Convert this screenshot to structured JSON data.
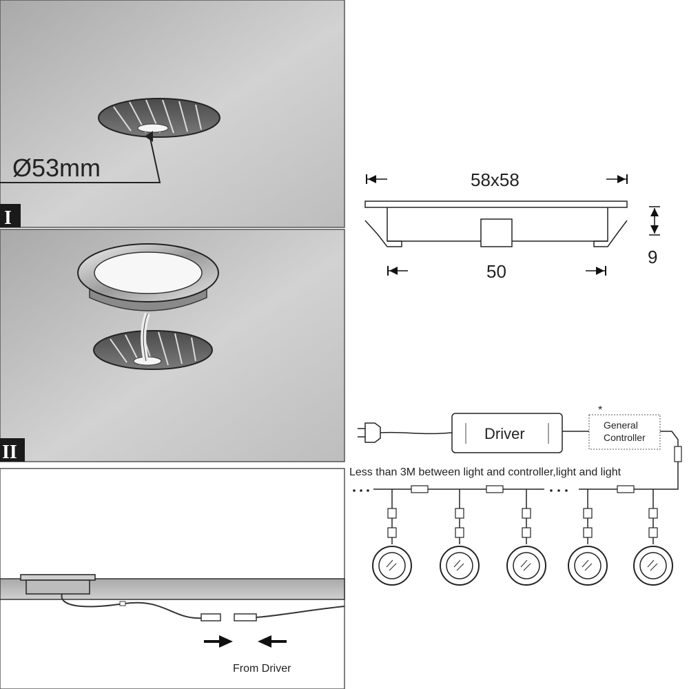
{
  "colors": {
    "panel_gray": "#c4c4c4",
    "line": "#333333",
    "text": "#222222",
    "step_badge_bg": "#1a1a1a",
    "step_badge_text": "#ffffff"
  },
  "step1": {
    "badge": "I",
    "hole_label": "Ø53mm"
  },
  "step2": {
    "badge": "II"
  },
  "step3": {
    "caption": "From Driver"
  },
  "dimensions": {
    "top_width": "58x58",
    "bottom_width": "50",
    "height": "9"
  },
  "wiring": {
    "driver_label": "Driver",
    "controller_marker": "*",
    "controller_label_line1": "General",
    "controller_label_line2": "Controller",
    "note": "Less than 3M between light and controller,light and light",
    "light_count": 5
  },
  "icons": [
    "plug-icon",
    "arrow-right-icon",
    "arrow-left-icon",
    "downlight-icon"
  ]
}
